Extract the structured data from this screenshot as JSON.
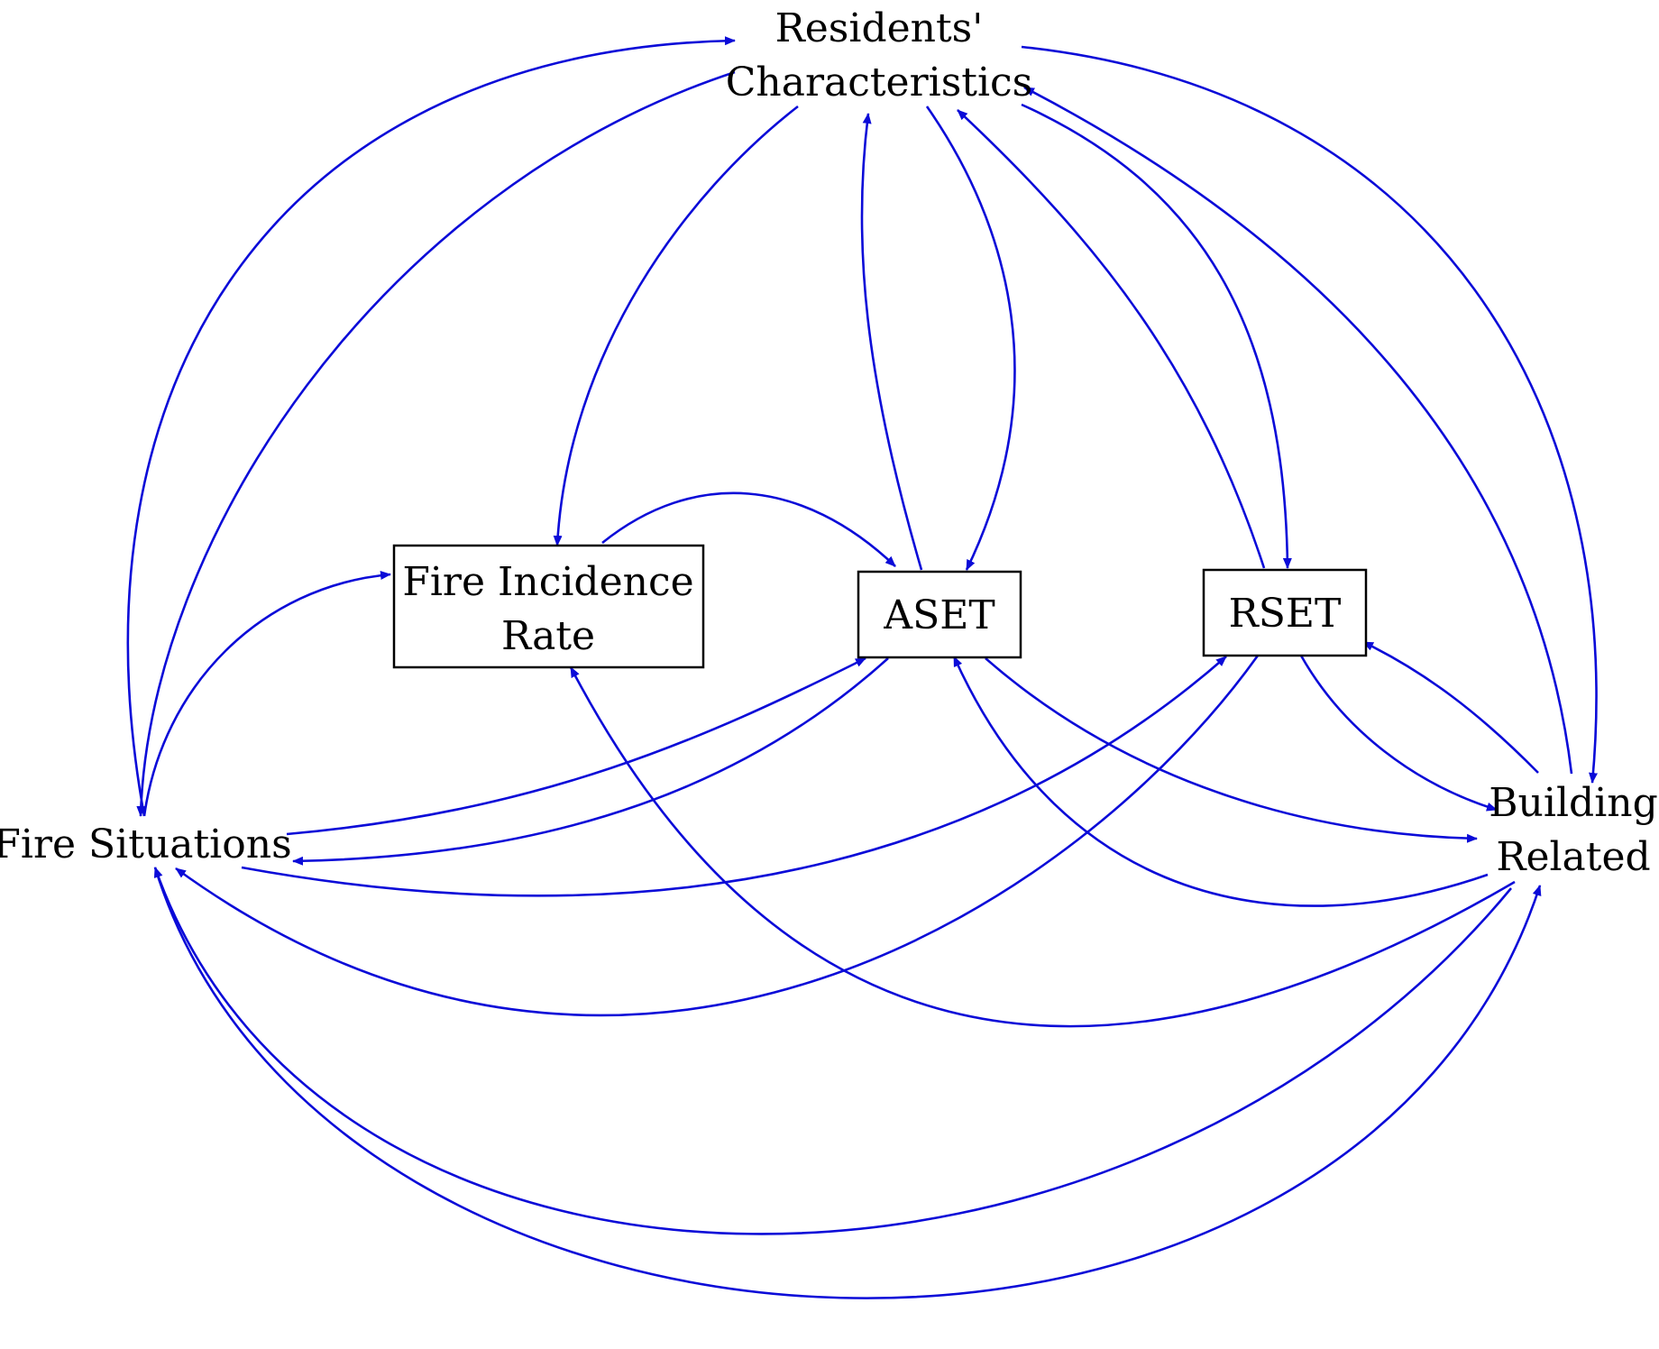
{
  "colors": {
    "edge": "#0b0bd8",
    "arrowhead": "#0b0bd8",
    "box_stroke": "#000000",
    "text": "#000000",
    "background": "#ffffff"
  },
  "nodes": {
    "residents": {
      "line1": "Residents'",
      "line2": "Characteristics"
    },
    "fire_incidence": {
      "line1": "Fire Incidence",
      "line2": "Rate"
    },
    "aset": {
      "label": "ASET"
    },
    "rset": {
      "label": "RSET"
    },
    "fire_situations": {
      "label": "Fire Situations"
    },
    "building": {
      "line1": "Building",
      "line2": "Related"
    }
  },
  "edges": [
    {
      "from": "Fire Situations",
      "to": "Residents' Characteristics"
    },
    {
      "from": "Residents' Characteristics",
      "to": "Fire Situations"
    },
    {
      "from": "Residents' Characteristics",
      "to": "Fire Incidence Rate"
    },
    {
      "from": "ASET",
      "to": "Residents' Characteristics"
    },
    {
      "from": "Residents' Characteristics",
      "to": "ASET"
    },
    {
      "from": "RSET",
      "to": "Residents' Characteristics"
    },
    {
      "from": "Residents' Characteristics",
      "to": "RSET"
    },
    {
      "from": "Residents' Characteristics",
      "to": "Building Related"
    },
    {
      "from": "Building Related",
      "to": "Residents' Characteristics"
    },
    {
      "from": "Fire Incidence Rate",
      "to": "ASET"
    },
    {
      "from": "Fire Situations",
      "to": "Fire Incidence Rate"
    },
    {
      "from": "Fire Situations",
      "to": "ASET"
    },
    {
      "from": "ASET",
      "to": "Fire Situations"
    },
    {
      "from": "Fire Situations",
      "to": "RSET"
    },
    {
      "from": "RSET",
      "to": "Fire Situations"
    },
    {
      "from": "ASET",
      "to": "Building Related"
    },
    {
      "from": "Building Related",
      "to": "ASET"
    },
    {
      "from": "RSET",
      "to": "Building Related"
    },
    {
      "from": "Building Related",
      "to": "RSET"
    },
    {
      "from": "Building Related",
      "to": "Fire Incidence Rate"
    },
    {
      "from": "Building Related",
      "to": "Fire Situations"
    },
    {
      "from": "Fire Situations",
      "to": "Building Related"
    }
  ]
}
